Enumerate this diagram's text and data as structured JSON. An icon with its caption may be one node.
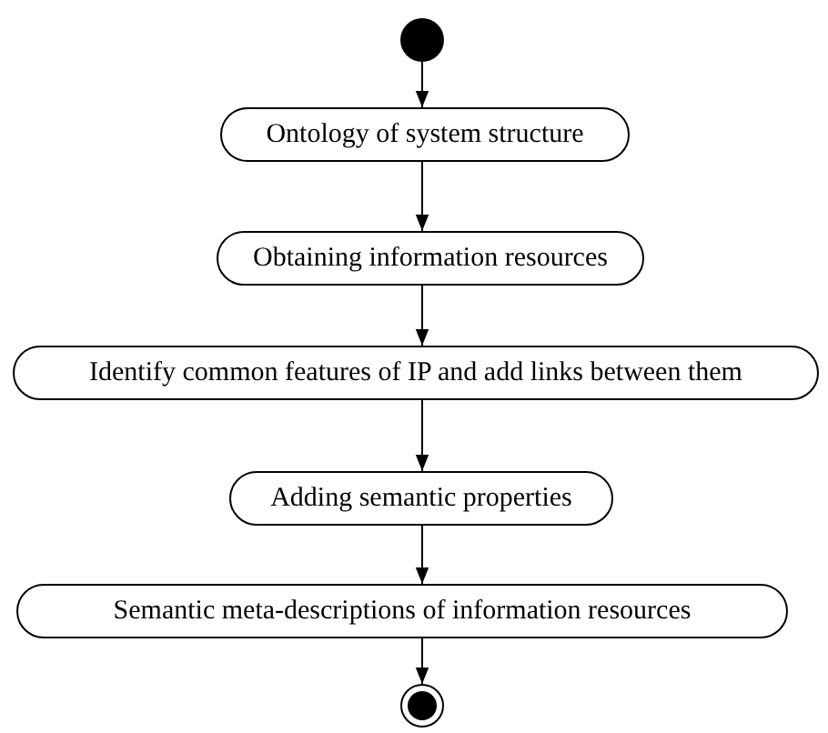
{
  "diagram": {
    "nodes": [
      {
        "text": [],
        "shape": "circle"
      },
      {
        "text": [
          "Ontology of system structure"
        ]
      },
      {
        "text": [
          "Obtaining information resources"
        ]
      },
      {
        "text": [
          "Identify common features of IP and add links between them"
        ]
      },
      {
        "text": [
          "Adding semantic properties"
        ]
      },
      {
        "text": [
          "Semantic meta-descriptions of information resources"
        ]
      },
      {
        "text": [],
        "shape": "circle"
      }
    ],
    "edges": [
      {
        "from": 0,
        "to": 1,
        "arrow": "to"
      },
      {
        "from": 1,
        "to": 2,
        "arrow": "to"
      },
      {
        "from": 2,
        "to": 3,
        "arrow": "to"
      },
      {
        "from": 3,
        "to": 4,
        "arrow": "to"
      },
      {
        "from": 4,
        "to": 5,
        "arrow": "to"
      },
      {
        "from": 5,
        "to": 6,
        "arrow": "to"
      }
    ]
  }
}
